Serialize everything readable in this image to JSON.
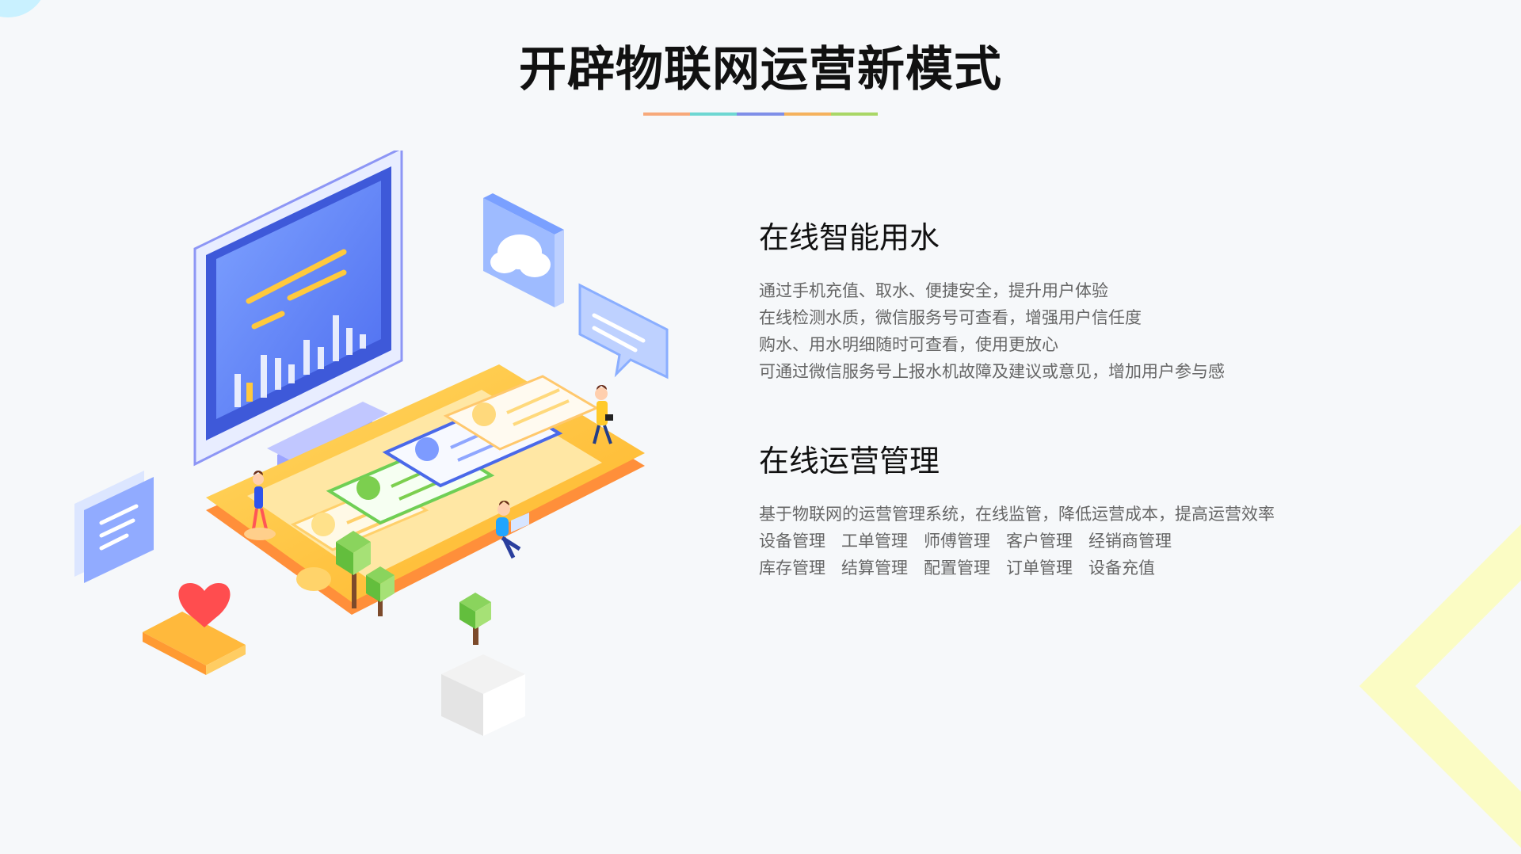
{
  "page": {
    "title": "开辟物联网运营新模式",
    "underline_colors": [
      "#f7a97a",
      "#6ed7d2",
      "#7f8fe8",
      "#f5b25d",
      "#a9d766"
    ]
  },
  "features": [
    {
      "title": "在线智能用水",
      "lines": [
        "通过手机充值、取水、便捷安全，提升用户体验",
        "在线检测水质，微信服务号可查看，增强用户信任度",
        "购水、用水明细随时可查看，使用更放心",
        "可通过微信服务号上报水机故障及建议或意见，增加用户参与感"
      ]
    },
    {
      "title": "在线运营管理",
      "lines": [
        "基于物联网的运营管理系统，在线监管，降低运营成本，提高运营效率"
      ],
      "tag_rows": [
        [
          "设备管理",
          "工单管理",
          "师傅管理",
          "客户管理",
          "经销商管理"
        ],
        [
          "库存管理",
          "结算管理",
          "配置管理",
          "订单管理",
          "设备充值"
        ]
      ]
    }
  ],
  "illustration": {
    "icons": [
      "monitor-icon",
      "cloud-icon",
      "chat-icon",
      "document-icon",
      "heart-icon",
      "tree-icon",
      "user-icon"
    ],
    "palette": {
      "blue": "#4f6ff0",
      "blue_light": "#a9c2ff",
      "yellow": "#ffc93d",
      "orange": "#ff8f3a",
      "green": "#7ccf4f",
      "red": "#ff4d4f"
    }
  }
}
